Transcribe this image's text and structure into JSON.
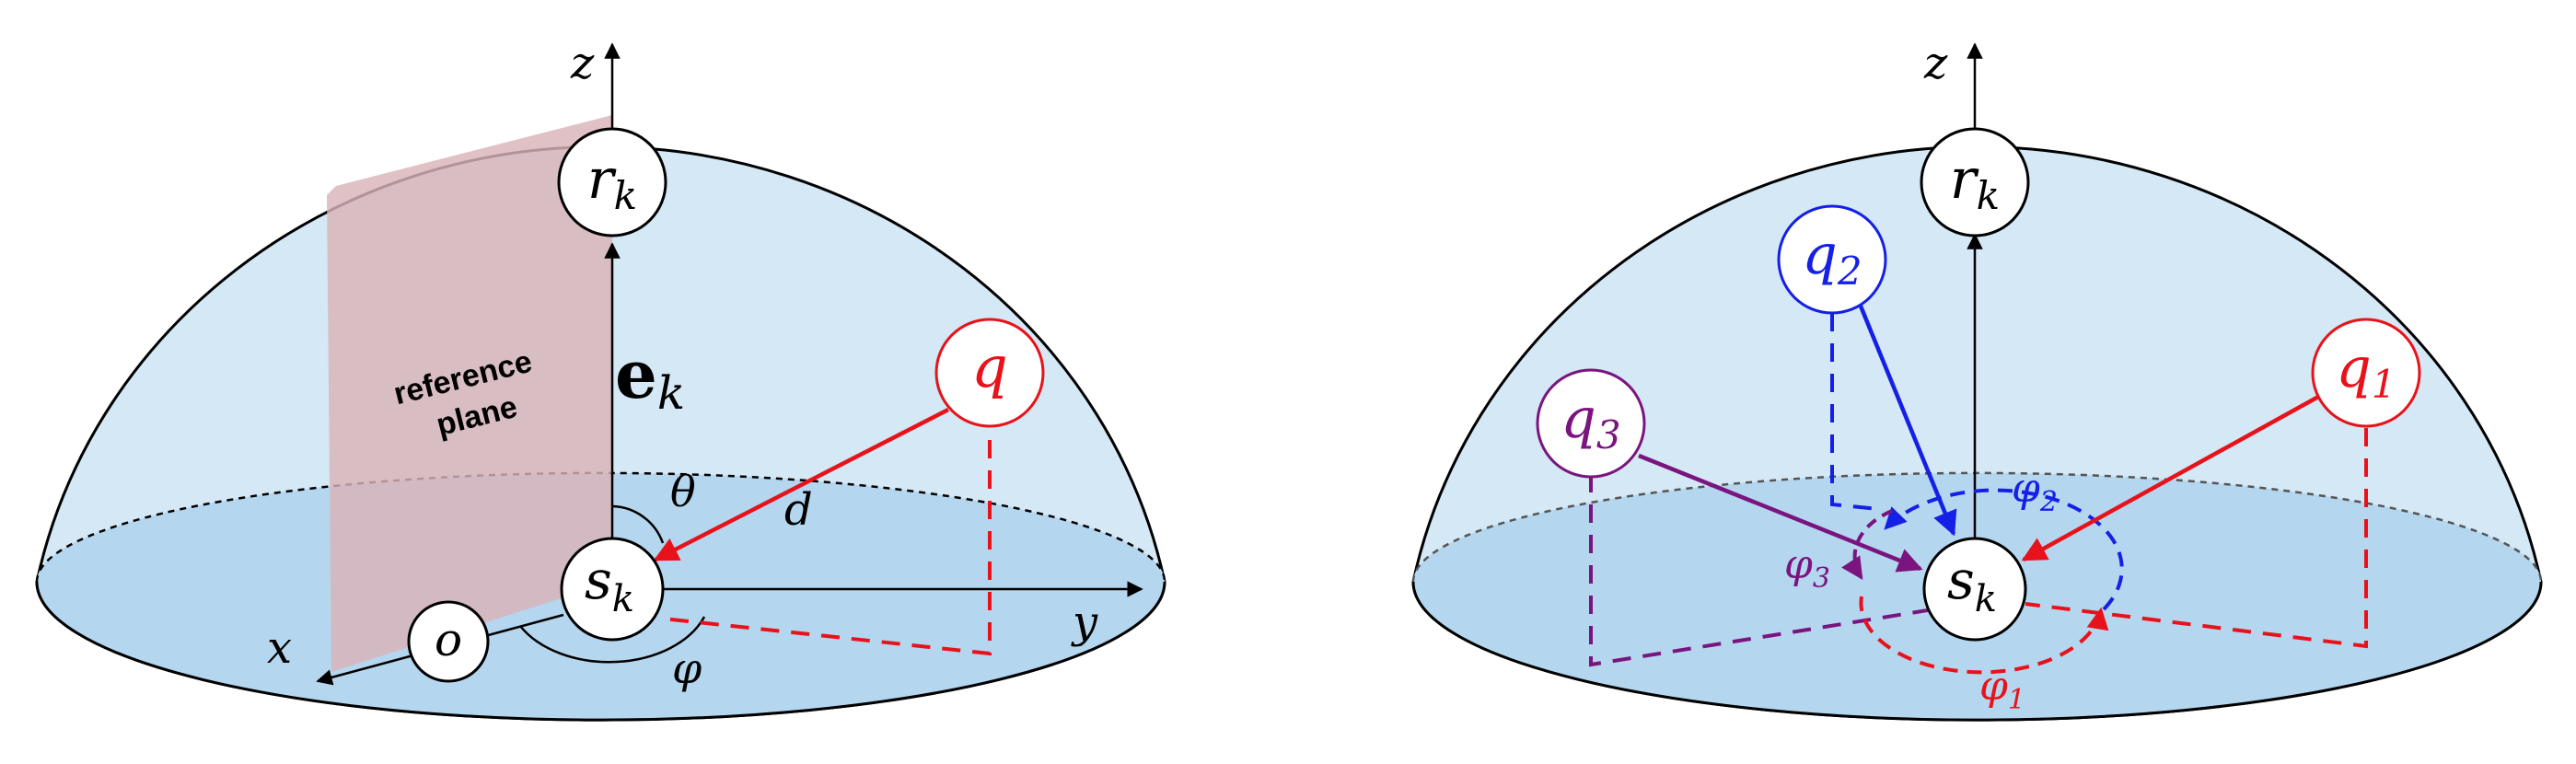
{
  "left_panel": {
    "axis_z": "z",
    "axis_x": "x",
    "axis_y": "y",
    "node_r": "r",
    "node_r_sub": "k",
    "node_s": "s",
    "node_s_sub": "k",
    "node_o": "o",
    "node_q": "q",
    "vector_e": "e",
    "vector_e_sub": "k",
    "angle_theta": "θ",
    "angle_phi": "φ",
    "distance_d": "d",
    "reference_plane_line1": "reference",
    "reference_plane_line2": "plane"
  },
  "right_panel": {
    "axis_z": "z",
    "node_r": "r",
    "node_r_sub": "k",
    "node_s": "s",
    "node_s_sub": "k",
    "node_q1": "q",
    "node_q1_sub": "1",
    "node_q2": "q",
    "node_q2_sub": "2",
    "node_q3": "q",
    "node_q3_sub": "3",
    "angle_phi1": "φ",
    "angle_phi1_sub": "1",
    "angle_phi2": "φ",
    "angle_phi2_sub": "2",
    "angle_phi3": "φ",
    "angle_phi3_sub": "3"
  },
  "colors": {
    "dome_fill": "#d4e8f5",
    "base_fill": "#b4d6ee",
    "plane_fill": "#d9b3b8",
    "q_red": "#e8121a",
    "q_blue": "#1520e6",
    "q_purple": "#7a147e",
    "ink": "#000000"
  }
}
